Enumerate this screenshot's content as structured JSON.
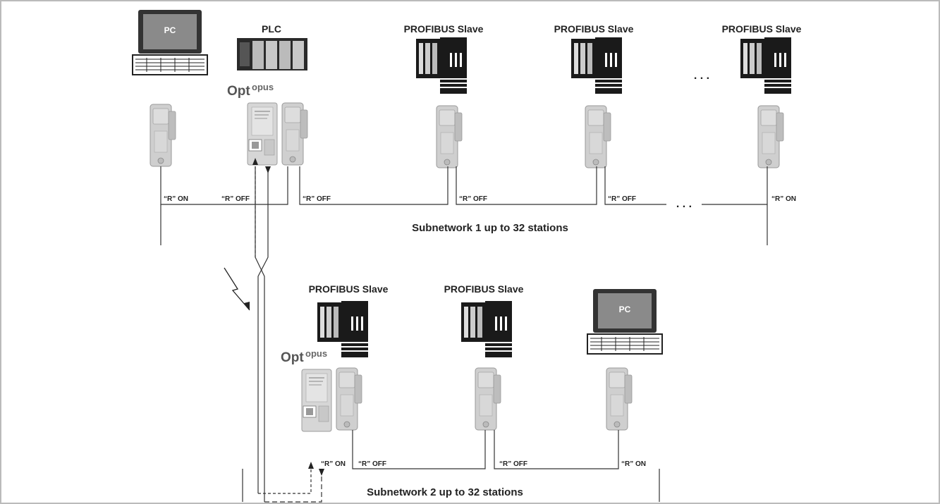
{
  "devices": {
    "plc_label": "PLC",
    "slave_label": "PROFIBUS Slave",
    "pc_label": "PC"
  },
  "optopus": {
    "main": "Opt",
    "sup": "opus"
  },
  "resistors": {
    "on": "“R” ON",
    "off": "“R” OFF"
  },
  "subnetworks": [
    {
      "label": "Subnetwork 1 up to 32 stations"
    },
    {
      "label": "Subnetwork 2 up to 32 stations"
    }
  ],
  "ellipsis": ". . .",
  "colors": {
    "frame": "#bbbbbb",
    "line": "#333333",
    "connector": "#c8c8c8",
    "module_dark": "#1a1a1a"
  }
}
